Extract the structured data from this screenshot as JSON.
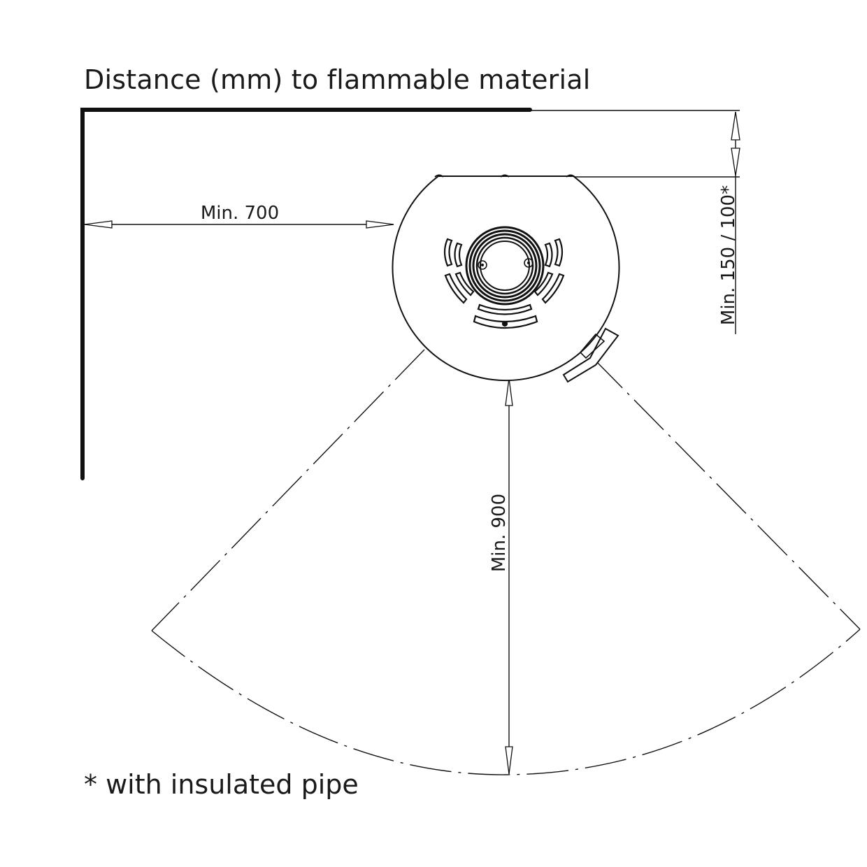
{
  "diagram": {
    "title": "Distance (mm) to flammable material",
    "footnote": "* with insulated pipe",
    "dimensions": {
      "side": "Min. 700",
      "front": "Min. 900",
      "rear": "Min. 150 / 100*"
    }
  }
}
